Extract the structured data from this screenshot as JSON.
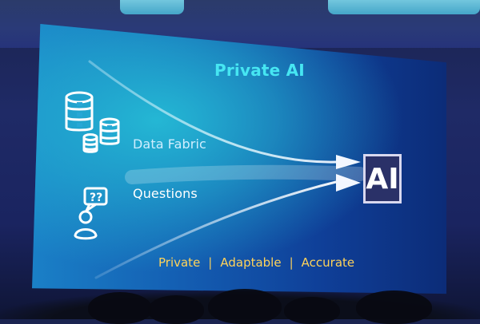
{
  "slide": {
    "title": "Private AI",
    "data_fabric_label": "Data Fabric",
    "questions_label": "Questions",
    "ai_label": "AI",
    "footer": {
      "items": [
        "Private",
        "Adaptable",
        "Accurate"
      ],
      "separator": "|"
    }
  },
  "icons": {
    "left_top": "database-stack-icon",
    "left_bottom": "user-question-icon"
  },
  "colors": {
    "title": "#46e6f2",
    "footer": "#ffd35a",
    "label": "#cfeeff",
    "arrow": "#f2f7ff",
    "ai_box_border": "#d8d8ef"
  }
}
